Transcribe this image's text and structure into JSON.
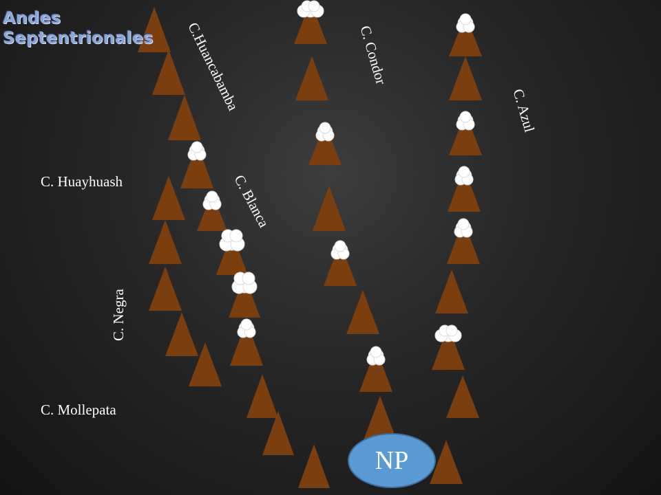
{
  "title": {
    "line1": "Andes",
    "line2": "Septentrionales"
  },
  "labels": {
    "huancabamba": "C.Huancabamba",
    "condor": "C. Condor",
    "azul": "C. Azul",
    "huayhuash": "C. Huayhuash",
    "blanca": "C. Blanca",
    "negra": "C. Negra",
    "mollepata": "C. Mollepata"
  },
  "np_label": "NP",
  "colors": {
    "mountain": "#7b3f0f",
    "snow": "#ffffff",
    "np_fill": "#5b9bd5",
    "title": "#8ca6d8"
  }
}
